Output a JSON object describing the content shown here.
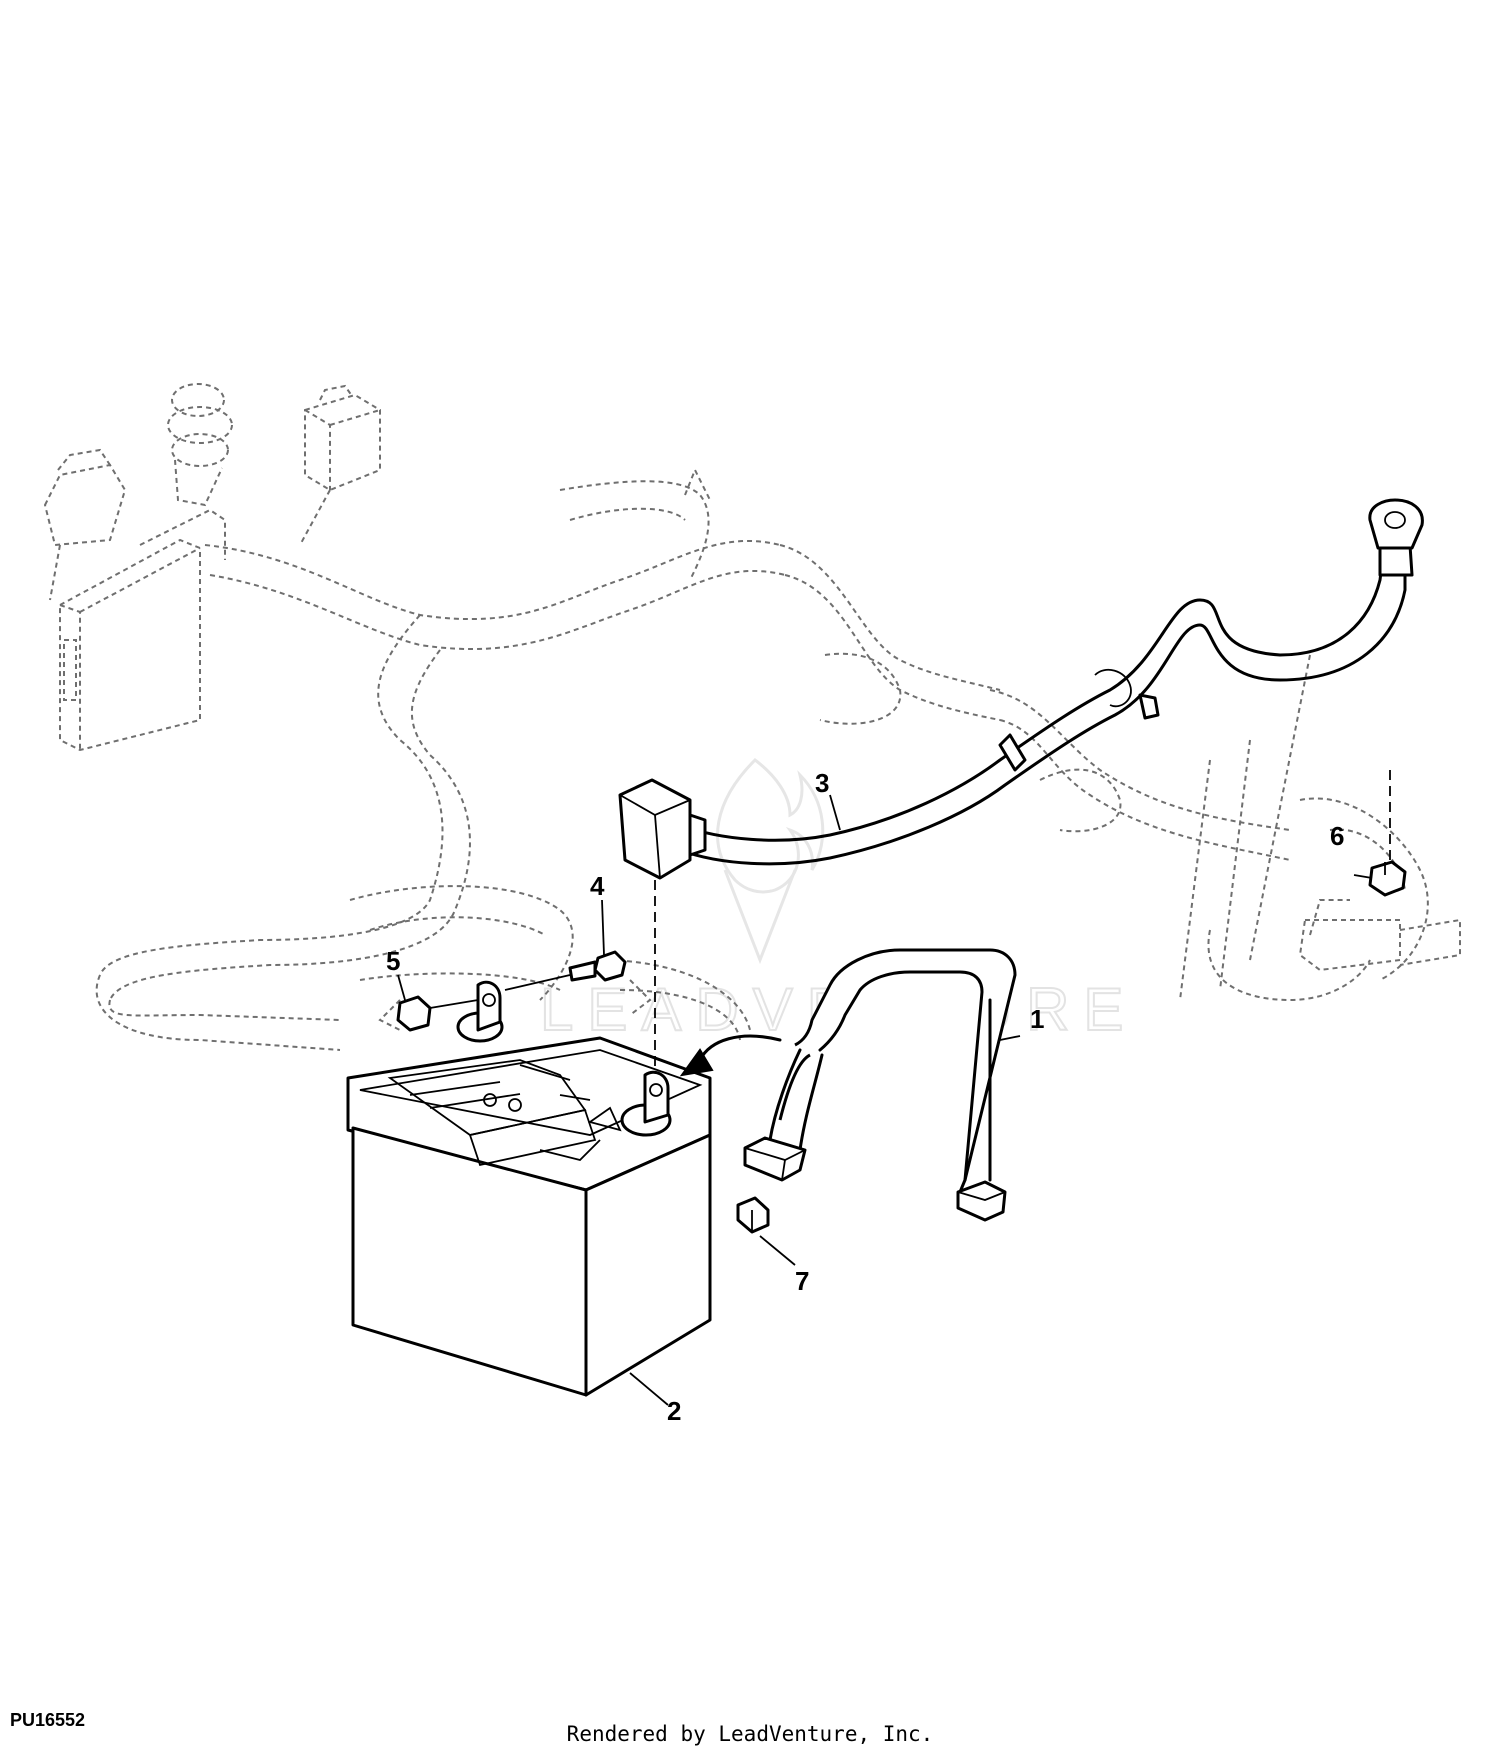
{
  "figure": {
    "id": "PU16552",
    "credit": "Rendered by LeadVenture, Inc.",
    "watermark": "LEADVENTURE"
  },
  "callouts": [
    {
      "number": "1",
      "part": "battery hold-down strap"
    },
    {
      "number": "2",
      "part": "battery"
    },
    {
      "number": "3",
      "part": "battery cable"
    },
    {
      "number": "4",
      "part": "terminal bolt"
    },
    {
      "number": "5",
      "part": "terminal nut"
    },
    {
      "number": "6",
      "part": "nut"
    },
    {
      "number": "7",
      "part": "clip"
    }
  ]
}
